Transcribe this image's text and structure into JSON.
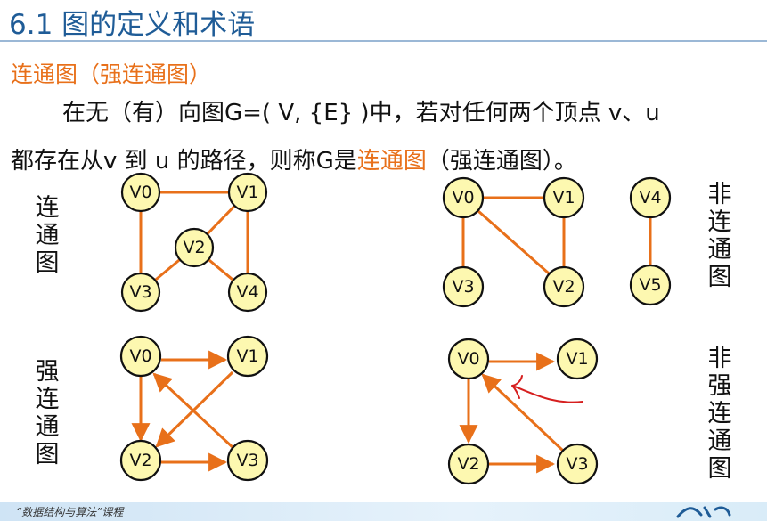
{
  "slide": {
    "title": "6.1 图的定义和术语",
    "subtitle": "连通图（强连通图）",
    "paragraph_line1": "在无（有）向图G=( V, {E} )中，若对任何两个顶点 v、u",
    "paragraph_line2_a": "都存在从v 到 u 的路径，则称G是",
    "paragraph_line2_hl": "连通图",
    "paragraph_line2_b": "（强连通图）。"
  },
  "labels": {
    "connected": "连通图",
    "not_connected": "非连通图",
    "strongly_connected": "强连通图",
    "not_strongly_connected": "非强连通图"
  },
  "graphs": {
    "g1": [
      "V0",
      "V1",
      "V2",
      "V3",
      "V4"
    ],
    "g2": [
      "V0",
      "V1",
      "V3",
      "V2",
      "V4",
      "V5"
    ],
    "g3": [
      "V0",
      "V1",
      "V2",
      "V3"
    ],
    "g4": [
      "V0",
      "V1",
      "V2",
      "V3"
    ]
  },
  "colors": {
    "edge": "#e8701a",
    "node_fill": "#fdf8b0",
    "title": "#1f5c97",
    "annotation": "#d61f1f"
  },
  "footer": {
    "text": "“数据结构与算法”课程"
  }
}
